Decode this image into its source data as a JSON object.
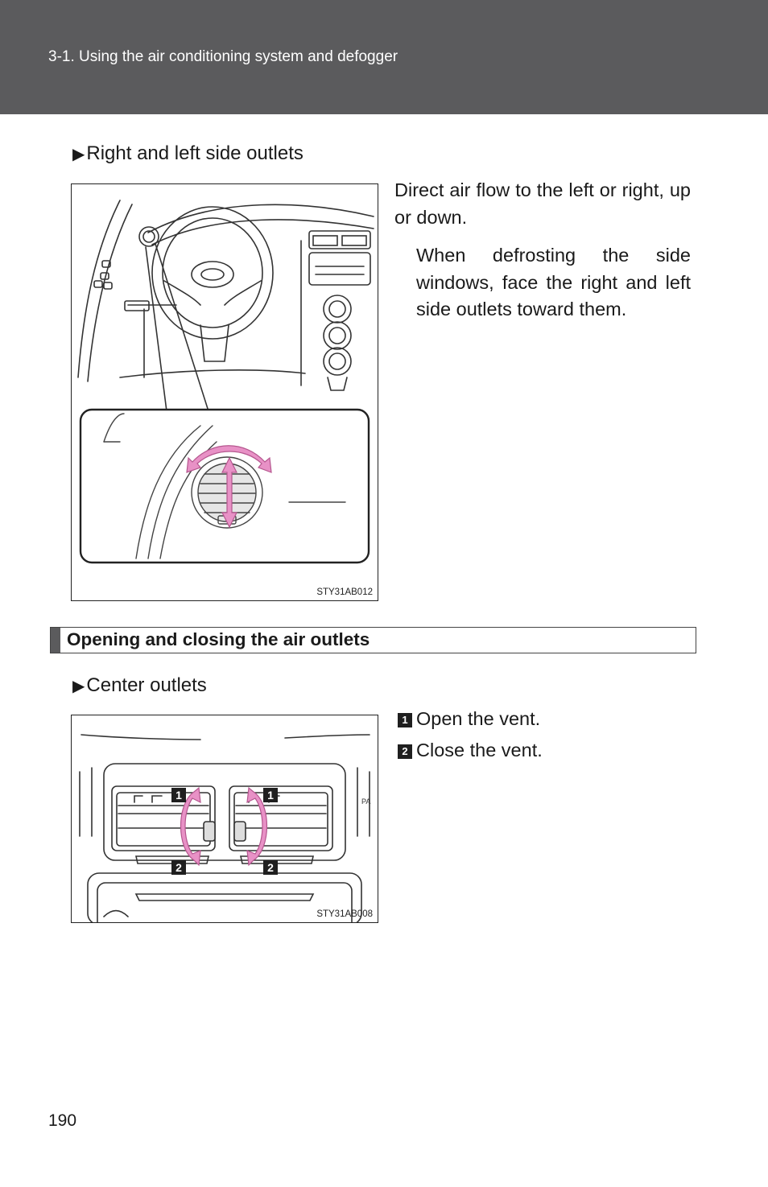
{
  "header": {
    "title": "3-1. Using the air conditioning system and defogger"
  },
  "side_outlets": {
    "heading": "Right and left side outlets",
    "paragraph_1": "Direct air flow to the left or right, up or down.",
    "paragraph_2": "When defrosting the side windows, face the right and left side outlets toward them.",
    "figure_code": "STY31AB012"
  },
  "section": {
    "title": "Opening and closing the air outlets"
  },
  "center_outlets": {
    "heading": "Center outlets",
    "steps": [
      {
        "num": "1",
        "text": "Open the vent."
      },
      {
        "num": "2",
        "text": "Close the vent."
      }
    ],
    "figure_code": "STY31AB008",
    "callouts": [
      "1",
      "1",
      "2",
      "2"
    ],
    "label_pa": "PA"
  },
  "page_number": "190",
  "colors": {
    "header": "#5b5b5d",
    "arrow": "#e891c6",
    "box": "#1f1f1f"
  }
}
